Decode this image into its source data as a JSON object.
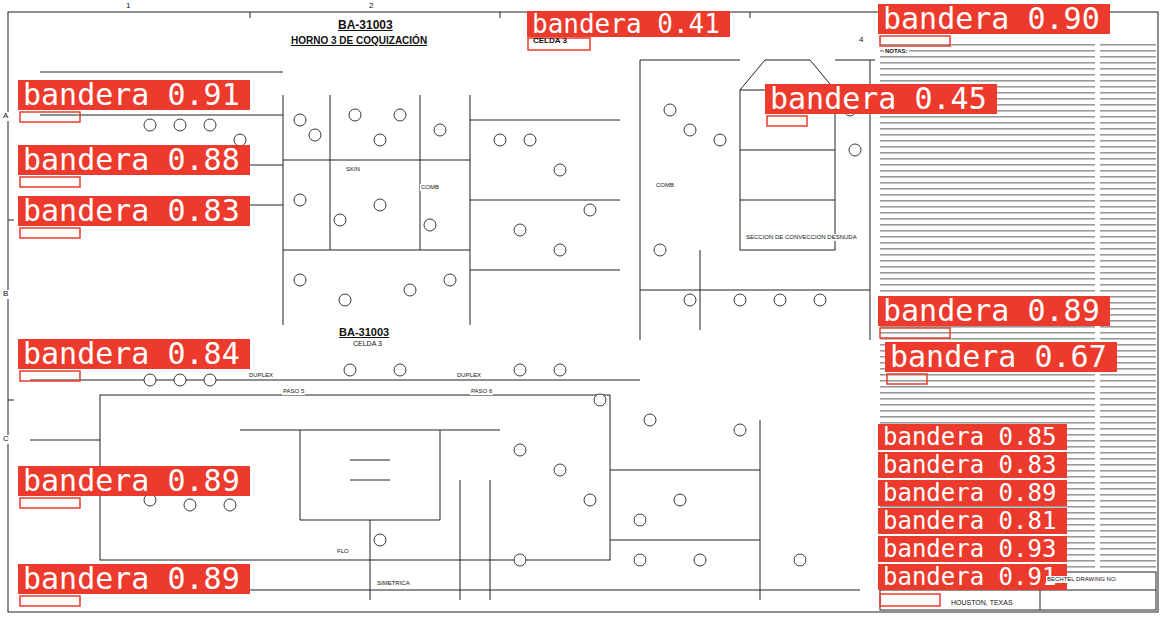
{
  "diagram": {
    "title": "BA-31003",
    "nodes": [
      {
        "text": [
          "bandera 0.41"
        ]
      },
      {
        "text": [
          "bandera 0.90"
        ]
      },
      {
        "text": [
          "bandera 0.91"
        ]
      },
      {
        "text": [
          "bandera 0.45"
        ]
      },
      {
        "text": [
          "bandera 0.88"
        ]
      },
      {
        "text": [
          "bandera 0.83"
        ]
      },
      {
        "text": [
          "bandera 0.89"
        ]
      },
      {
        "text": [
          "bandera 0.84"
        ]
      },
      {
        "text": [
          "bandera 0.67"
        ]
      },
      {
        "text": [
          "bandera 0.85"
        ]
      },
      {
        "text": [
          "bandera 0.83"
        ]
      },
      {
        "text": [
          "bandera 0.89"
        ]
      },
      {
        "text": [
          "bandera 0.89"
        ]
      },
      {
        "text": [
          "bandera 0.81"
        ]
      },
      {
        "text": [
          "bandera 0.93"
        ]
      },
      {
        "text": [
          "bandera 0.89"
        ]
      },
      {
        "text": [
          "bandera 0.91"
        ]
      }
    ],
    "labels": [
      "1",
      "2",
      "4",
      "A",
      "B",
      "C",
      "HORNO 3 DE COQUIZACIÓN",
      "CELDA 3",
      "BA-31003",
      "CELDA 3",
      "SECCION DE CONVECCION DESNUDA",
      "NOTAS:",
      "PASO 5",
      "PASO 6",
      "DUPLEX",
      "DUPLEX",
      "SIMETRICA",
      "FLO",
      "COMB",
      "COMB",
      "SKIN",
      "HOUSTON, TEXAS",
      "BECHTEL DRAWING NO."
    ]
  }
}
